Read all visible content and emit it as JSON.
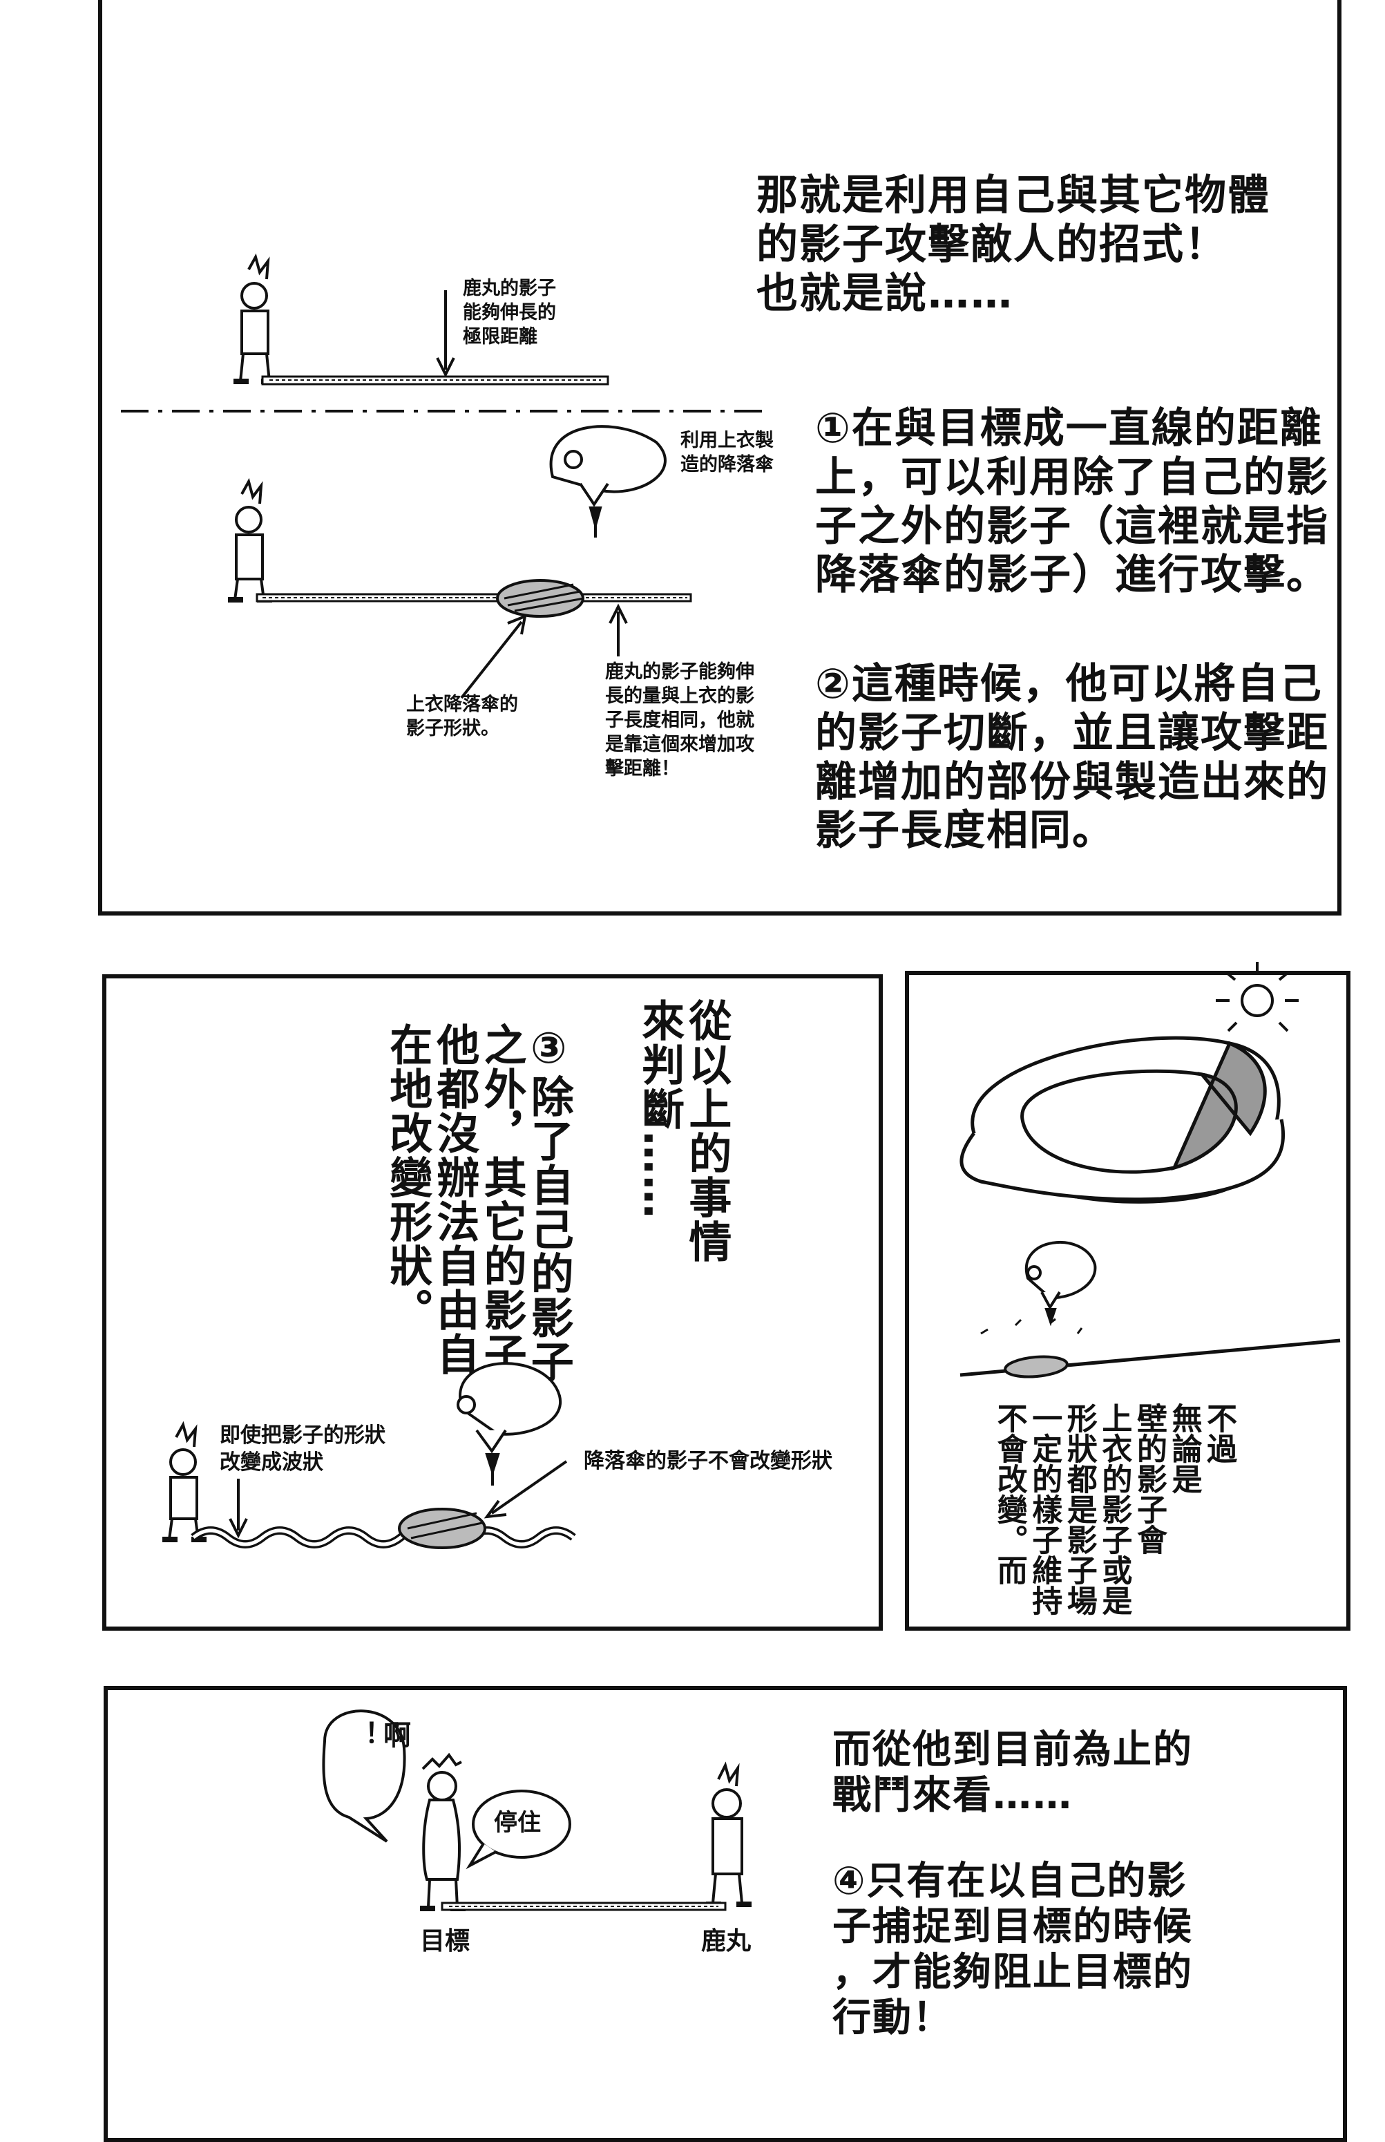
{
  "panel1": {
    "intro": "那就是利用自己與其它物體\n的影子攻擊敵人的招式！\n也就是說……",
    "point1": "①在與目標成一直線的距離\n上，可以利用除了自己的影\n子之外的影子（這裡就是指\n降落傘的影子）進行攻擊。",
    "point2": "②這種時候，他可以將自己\n的影子切斷，並且讓攻擊距\n離增加的部份與製造出來的\n影子長度相同。",
    "note_limit": "鹿丸的影子\n能夠伸長的\n極限距離",
    "note_parachute": "利用上衣製\n造的降落傘",
    "note_shape": "上衣降落傘的\n影子形狀。",
    "note_length": "鹿丸的影子能夠伸\n長的量與上衣的影\n子長度相同，他就\n是靠這個來增加攻\n擊距離！"
  },
  "panel2": {
    "judge": "從以上的事情\n來判斷……",
    "point3": "③除了自己的影子\n之外，其它的影子\n他都沒辦法自由自\n在地改變形狀。",
    "note_wave": "即使把影子的形狀\n改變成波狀",
    "note_no_change": "降落傘的影子不會改變形狀"
  },
  "panel3": {
    "vertical_note": "不過\n無論是\n壁的影子會\n上衣的影子或是\n形狀都是影子場\n一定的樣子維持\n不會改變。而"
  },
  "panel4": {
    "bubble_ah": "啊\n！",
    "bubble_stop": "停住",
    "label_target": "目標",
    "label_shikamaru": "鹿丸",
    "battle": "而從他到目前為止的\n戰鬥來看……",
    "point4": "④只有在以自己的影\n子捕捉到目標的時候\n，才能夠阻止目標的\n行動！"
  }
}
